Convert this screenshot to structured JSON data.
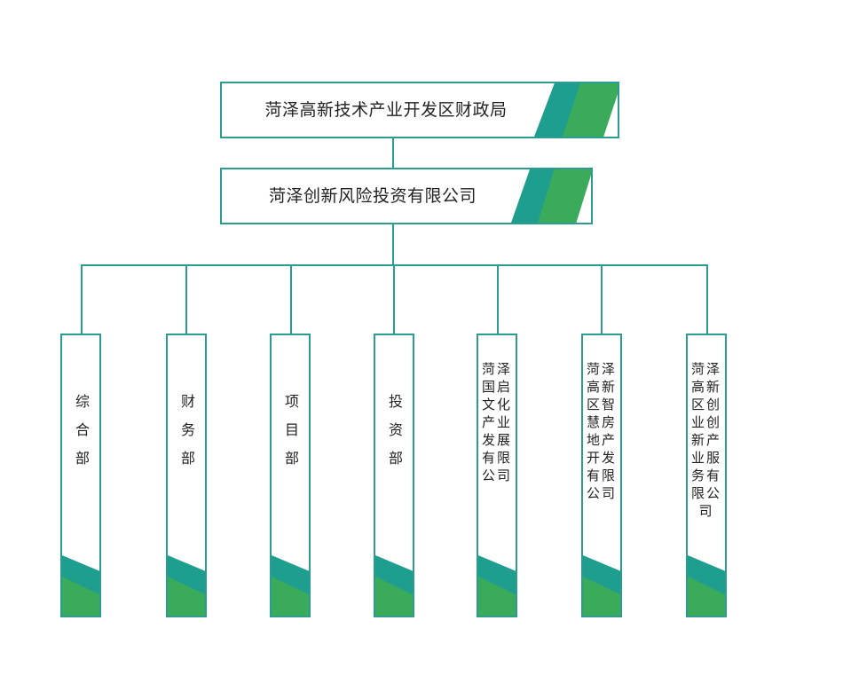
{
  "root": {
    "label": "菏泽高新技术产业开发区财政局"
  },
  "company": {
    "label": "菏泽创新风险投资有限公司"
  },
  "departments": [
    {
      "label": "综合部"
    },
    {
      "label": "财务部"
    },
    {
      "label": "项目部"
    },
    {
      "label": "投资部"
    },
    {
      "label": "菏泽国启文化产业发展有限公司"
    },
    {
      "label": "菏泽高新区智慧房地产开发有限公司"
    },
    {
      "label": "菏泽高新区创业创新产业服务有限公司"
    }
  ],
  "colors": {
    "line": "#2c9c90",
    "teal": "#1e9e8e",
    "green": "#3aab5a"
  }
}
